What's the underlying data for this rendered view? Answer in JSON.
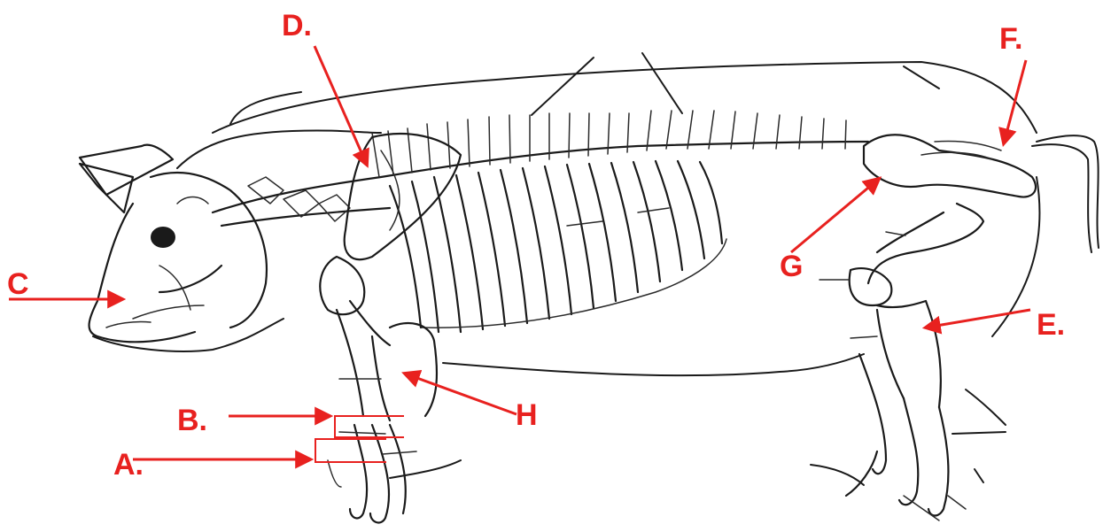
{
  "colors": {
    "label": "#e8211f",
    "drawing": "#1a1a1a",
    "background": "#ffffff"
  },
  "labels": {
    "A": "A.",
    "B": "B.",
    "C": "C",
    "D": "D.",
    "E": "E.",
    "F": "F.",
    "G": "G",
    "H": "H"
  }
}
